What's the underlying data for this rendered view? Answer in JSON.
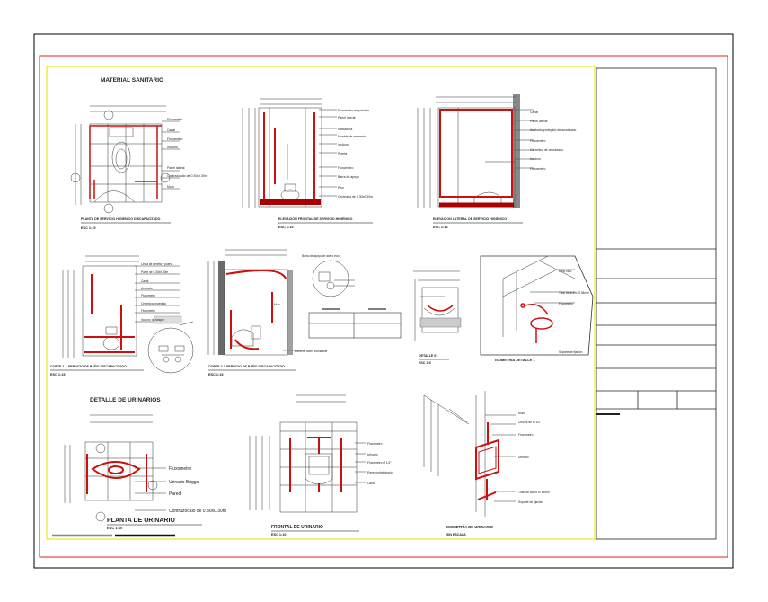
{
  "sheet": {
    "sections": {
      "materials_title": "MATERIAL SANITARIO",
      "urinal_details_title": "DETALLE DE URINARIOS"
    },
    "drawings": {
      "plan_ss": {
        "title": "PLANTA DE SERVICIO HIGIENICO DISCAPACITADO",
        "scale": "ESC 1:15"
      },
      "elev_ss_a": {
        "title": "ELEVACION FRONTAL DE SERVICIO HIGIENICO",
        "scale": "ESC 1:15"
      },
      "elev_ss_b": {
        "title": "ELEVACION LATERAL DE SERVICIO HIGIENICO",
        "scale": "ESC 1:15"
      },
      "cut_1": {
        "title": "CORTE 1-1 SERVICIO DE BAÑO DISCAPACITADO",
        "scale": "ESC 1:15"
      },
      "cut_2": {
        "title": "CORTE 2-2 SERVICIO DE BAÑO DISCAPACITADO",
        "scale": "ESC 1:15"
      },
      "detail_01": {
        "title": "DETALLE 01",
        "scale": "ESC 1:5"
      },
      "iso_detail": {
        "title": "ISOMETRÍA DETALLE 1"
      },
      "urinal_plan": {
        "title": "PLANTA DE URINARIO",
        "scale": "ESC 1:10"
      },
      "urinal_front": {
        "title": "FRONTAL DE URINARIO",
        "scale": "ESC 1:10"
      },
      "urinal_iso": {
        "title": "ISOMETRÍA DE URINARIO",
        "scale": "SIN ESCALA"
      }
    },
    "urinal_plan_labels": [
      "Fluxometro",
      "Urinario Briggs",
      "Pared",
      "Contrazocalo de 0.30x0.30m"
    ],
    "iso_labels": [
      "Cielo raso",
      "Tubo de acero Ø 38mm",
      "Fluxometro",
      "Soporte de fijación"
    ],
    "urinal_iso_labels": [
      "Muro",
      "Cruces de Ø 1/2\"",
      "Fluxometro",
      "Urinario",
      "Tubo de acero Ø 38mm",
      "Soporte de fijación"
    ]
  },
  "colors": {
    "frame": "#000000",
    "red_border": "#e02020",
    "yellow_border": "#e8e000",
    "fixture_red": "#cc1010"
  }
}
